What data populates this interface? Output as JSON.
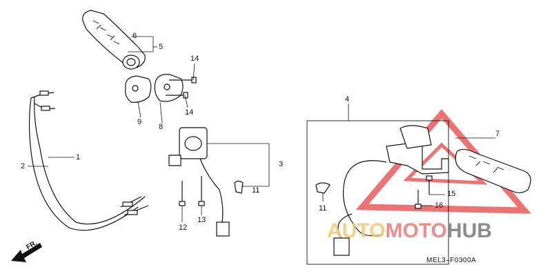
{
  "callouts": {
    "c1": "1",
    "c2": "2",
    "c3": "3",
    "c4": "4",
    "c5": "5",
    "c6": "6",
    "c7": "7",
    "c8": "8",
    "c9": "9",
    "c11a": "11",
    "c11b": "11",
    "c12": "12",
    "c13": "13",
    "c14a": "14",
    "c14b": "14",
    "c15": "15",
    "c16": "16"
  },
  "diagram_code": "MEL3–F0300A",
  "direction_label": "FR.",
  "watermark": {
    "part1": "AUTO",
    "part2": "MOTO",
    "part3": "HUB",
    "colors": {
      "auto": "#f0c86e",
      "moto": "#e97878",
      "hub": "#787878"
    }
  }
}
